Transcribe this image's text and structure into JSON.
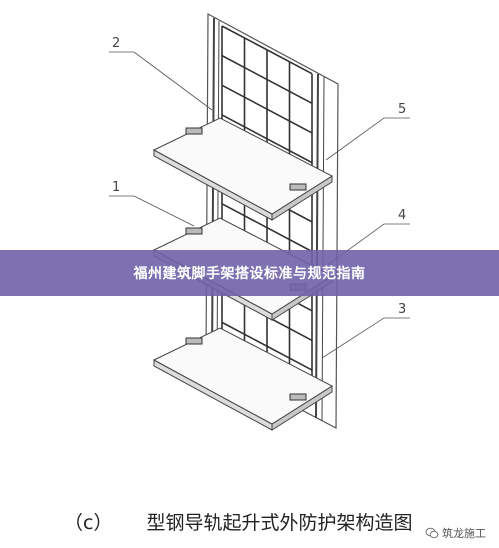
{
  "banner": {
    "title": "福州建筑脚手架搭设标准与规范指南"
  },
  "callouts": [
    "1",
    "2",
    "3",
    "4",
    "5"
  ],
  "caption": {
    "label": "（c）",
    "text": "型钢导轨起升式外防护架构造图"
  },
  "watermark": {
    "text": "筑龙施工"
  },
  "colors": {
    "line": "#444444",
    "banner": "#7062aa",
    "platform": "#fafafa"
  }
}
